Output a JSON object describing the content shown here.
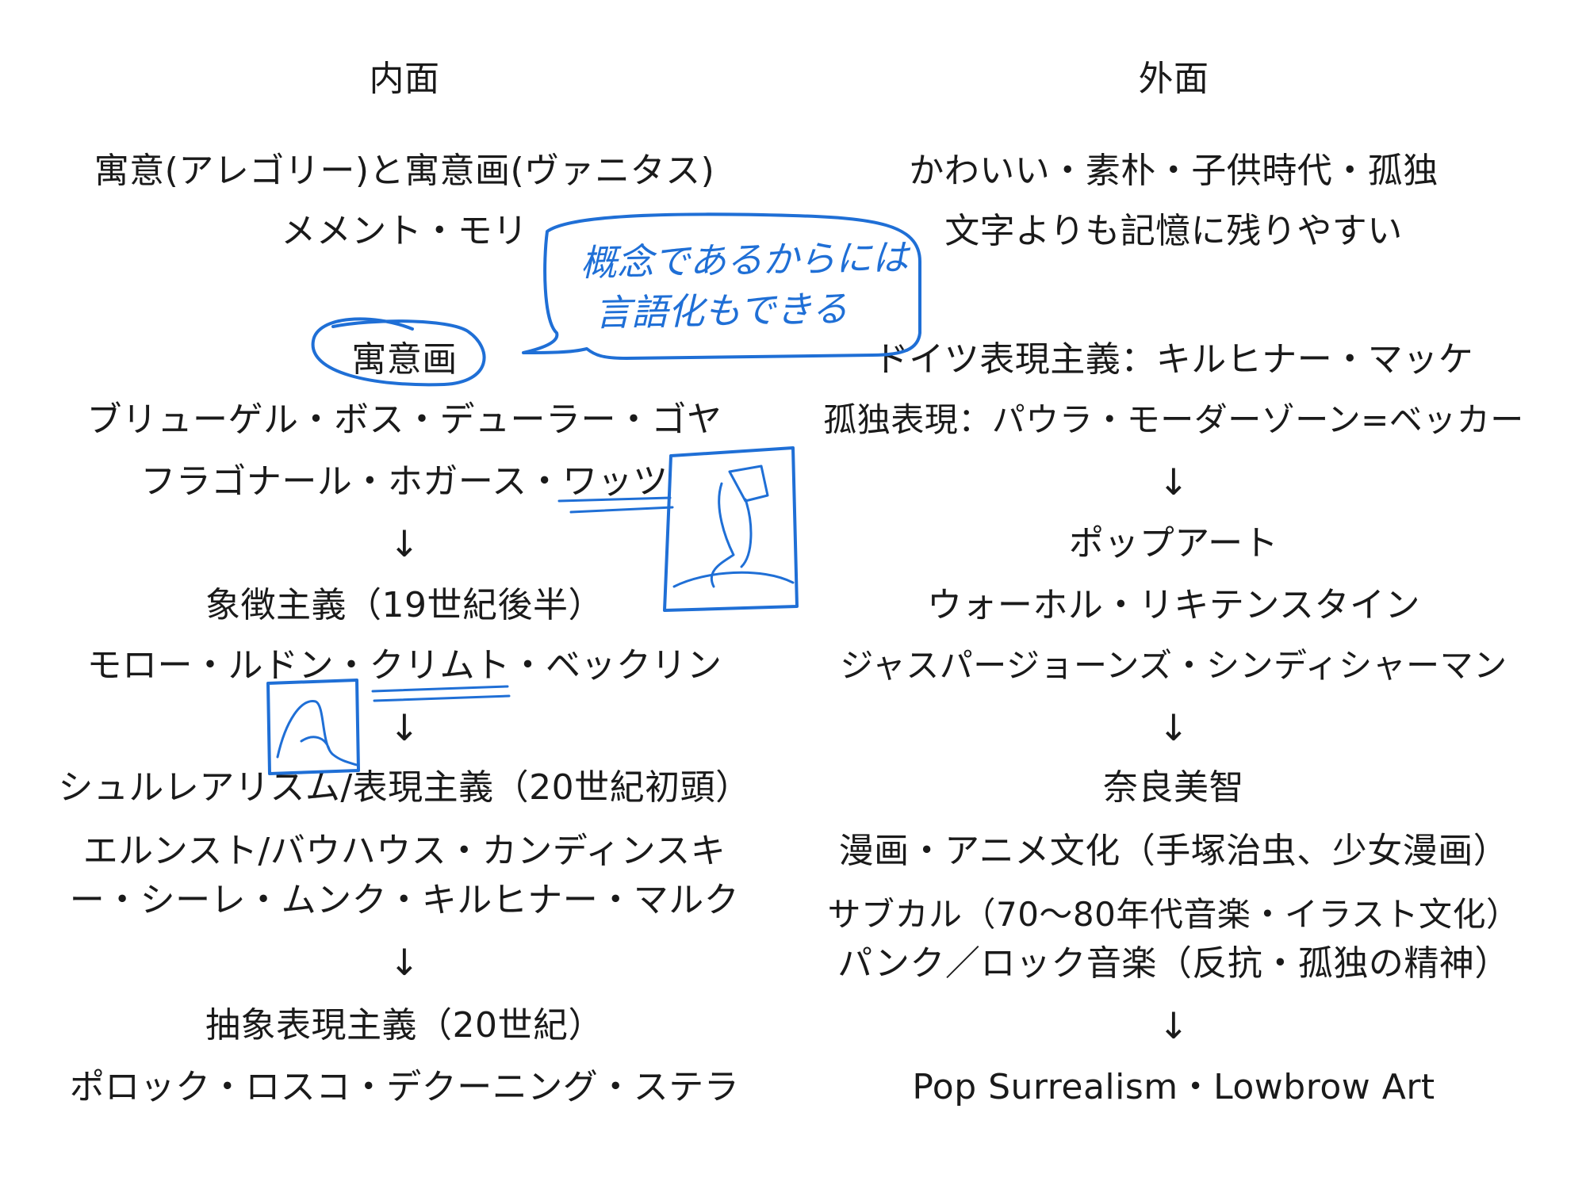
{
  "left": {
    "header": "内面",
    "lines": [
      "寓意(アレゴリー)と寓意画(ヴァニタス)",
      "メメント・モリ",
      "寓意画",
      "ブリューゲル・ボス・デューラー・ゴヤ",
      "フラゴナール・ホガース・ワッツ",
      "↓",
      "象徴主義（19世紀後半）",
      "モロー・ルドン・クリムト・ベックリン",
      "↓",
      "シュルレアリスム/表現主義（20世紀初頭）",
      "エルンスト/バウハウス・カンディンスキ",
      "ー・シーレ・ムンク・キルヒナー・マルク",
      "↓",
      "抽象表現主義（20世紀）",
      "ポロック・ロスコ・デクーニング・ステラ"
    ]
  },
  "right": {
    "header": "外面",
    "lines": [
      "かわいい・素朴・子供時代・孤独",
      "文字よりも記憶に残りやすい",
      "ドイツ表現主義：キルヒナー・マッケ",
      "孤独表現：パウラ・モーダーゾーン=ベッカー",
      "↓",
      "ポップアート",
      "ウォーホル・リキテンスタイン",
      "ジャスパージョーンズ・シンディシャーマン",
      "↓",
      "奈良美智",
      "漫画・アニメ文化（手塚治虫、少女漫画）",
      "サブカル（70〜80年代音楽・イラスト文化）",
      "パンク／ロック音楽（反抗・孤独の精神）",
      "↓",
      "Pop Surrealism・Lowbrow Art"
    ]
  },
  "annotation": {
    "note_line1": "概念であるからには",
    "note_line2": "言語化もできる",
    "color": "#1f6fd6"
  }
}
